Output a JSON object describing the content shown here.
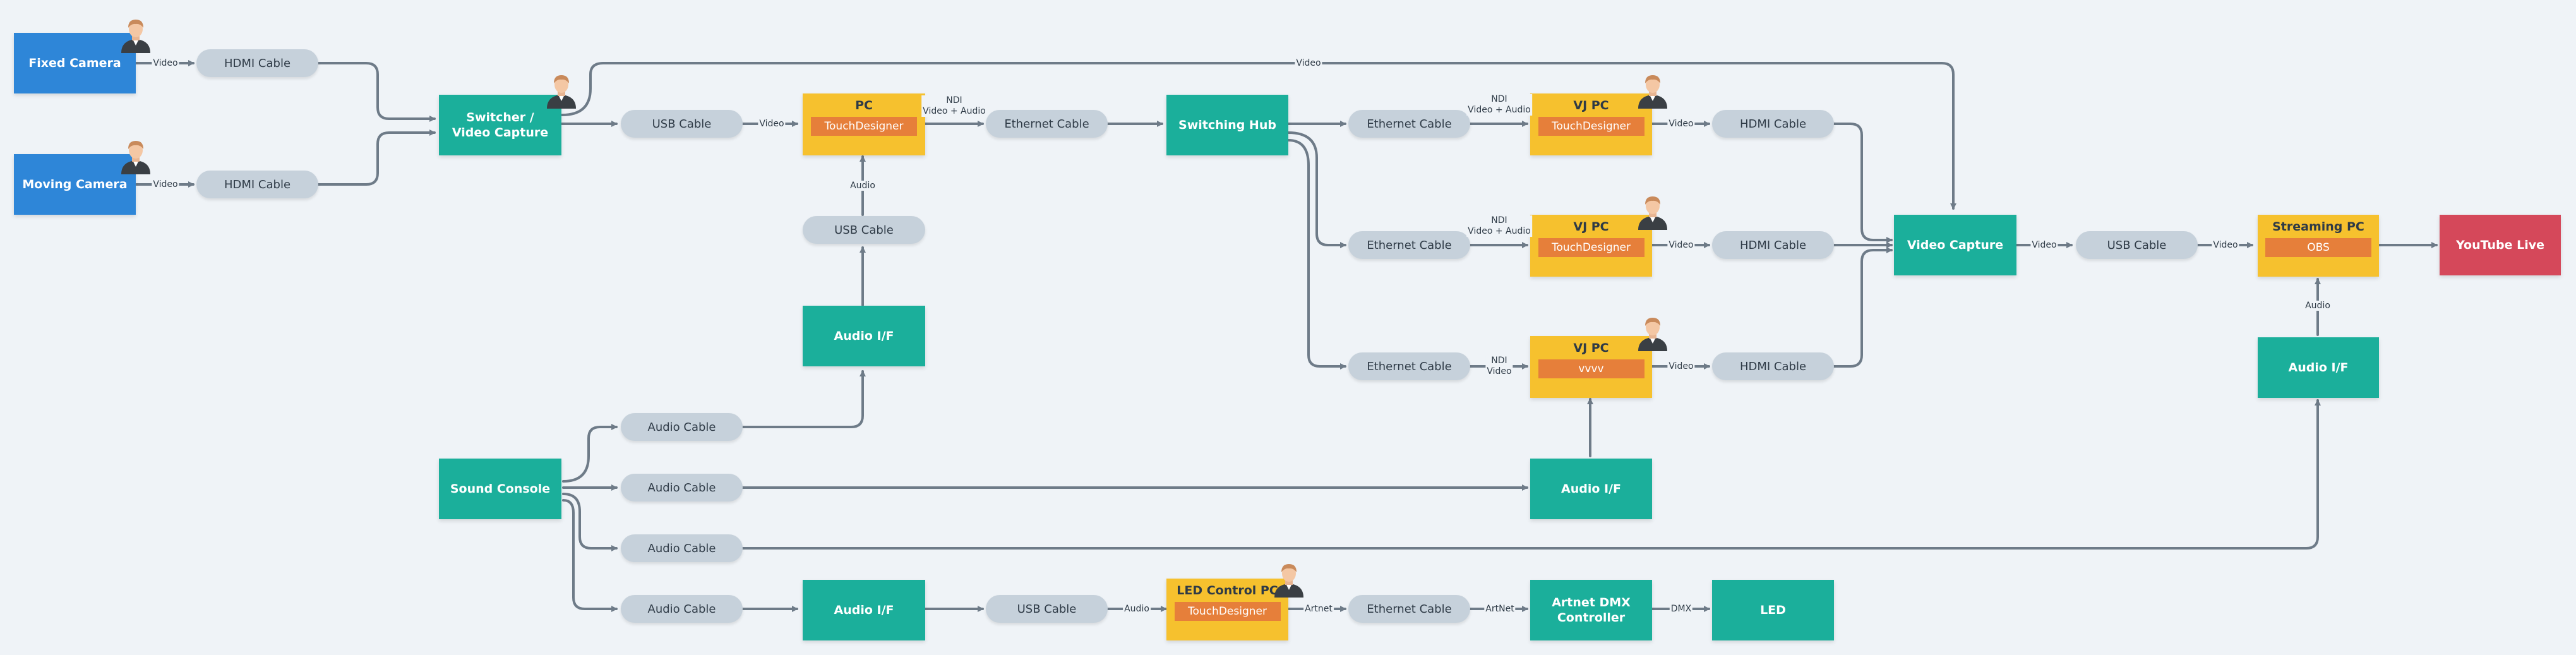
{
  "colors": {
    "background": "#eff3f7",
    "camera": "#2e86d8",
    "device": "#1baf9b",
    "pc": "#f6c12e",
    "software": "#e67f3a",
    "output": "#d5485a",
    "cable": "#c6d1db",
    "line": "#6e7b88"
  },
  "nodes": {
    "fixed_camera": "Fixed Camera",
    "moving_camera": "Moving Camera",
    "switcher_line1": "Switcher /",
    "switcher_line2": "Video Capture",
    "pc_title": "PC",
    "pc_software": "TouchDesigner",
    "audio_if_top": "Audio I/F",
    "switching_hub": "Switching Hub",
    "vj1_title": "VJ PC",
    "vj1_software": "TouchDesigner",
    "vj2_title": "VJ PC",
    "vj2_software": "TouchDesigner",
    "vj3_title": "VJ PC",
    "vj3_software": "vvvv",
    "audio_if_vj": "Audio I/F",
    "video_capture": "Video Capture",
    "streaming_pc_title": "Streaming PC",
    "streaming_pc_software": "OBS",
    "audio_if_stream": "Audio I/F",
    "youtube_live": "YouTube Live",
    "sound_console": "Sound Console",
    "audio_if_bottom": "Audio I/F",
    "led_pc_title": "LED Control PC",
    "led_pc_software": "TouchDesigner",
    "artnet_line1": "Artnet DMX",
    "artnet_line2": "Controller",
    "led": "LED"
  },
  "cables": {
    "hdmi_fixed": "HDMI Cable",
    "hdmi_moving": "HDMI Cable",
    "usb_switcher": "USB Cable",
    "usb_audio": "USB Cable",
    "eth_pc": "Ethernet Cable",
    "eth_vj1": "Ethernet Cable",
    "eth_vj2": "Ethernet Cable",
    "eth_vj3": "Ethernet Cable",
    "hdmi_vj1": "HDMI Cable",
    "hdmi_vj2": "HDMI Cable",
    "hdmi_vj3": "HDMI Cable",
    "usb_capture": "USB Cable",
    "audio_1": "Audio Cable",
    "audio_2": "Audio Cable",
    "audio_3": "Audio Cable",
    "audio_4": "Audio Cable",
    "usb_led": "USB Cable",
    "eth_led": "Ethernet Cable"
  },
  "labels": {
    "video_fixed": "Video",
    "video_moving": "Video",
    "video_top": "Video",
    "video_usb": "Video",
    "ndi_pc_1": "NDI",
    "ndi_pc_2": "Video + Audio",
    "audio_up": "Audio",
    "ndi_vj1_1": "NDI",
    "ndi_vj1_2": "Video + Audio",
    "ndi_vj2_1": "NDI",
    "ndi_vj2_2": "Video + Audio",
    "ndi_vj3_1": "NDI",
    "ndi_vj3_2": "Video",
    "video_vj1": "Video",
    "video_vj2": "Video",
    "video_vj3": "Video",
    "video_capture_out": "Video",
    "video_usb_capture": "Video",
    "audio_stream": "Audio",
    "audio_led": "Audio",
    "artnet_out": "Artnet",
    "artnet_in": "ArtNet",
    "dmx": "DMX"
  },
  "operator_icons": [
    "person-icon",
    "person-icon",
    "person-icon",
    "person-icon",
    "person-icon",
    "person-icon",
    "person-icon"
  ]
}
